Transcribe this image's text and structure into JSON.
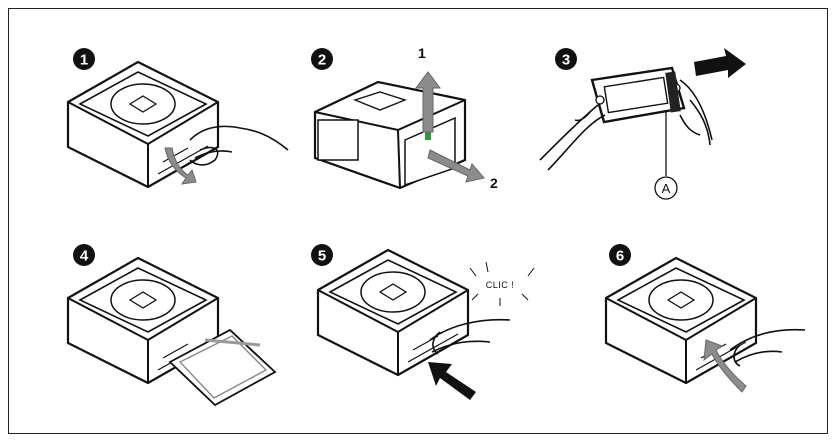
{
  "steps": [
    {
      "number": "1"
    },
    {
      "number": "2",
      "labels": {
        "up": "1",
        "out": "2"
      }
    },
    {
      "number": "3",
      "callout": "A"
    },
    {
      "number": "4"
    },
    {
      "number": "5",
      "sound": "CLIC !"
    },
    {
      "number": "6"
    }
  ],
  "colors": {
    "badge": "#111111",
    "arrow_gray": "#8c8c8c",
    "arrow_black": "#111111",
    "outline": "#111111",
    "highlight": "#2e9b3a"
  }
}
